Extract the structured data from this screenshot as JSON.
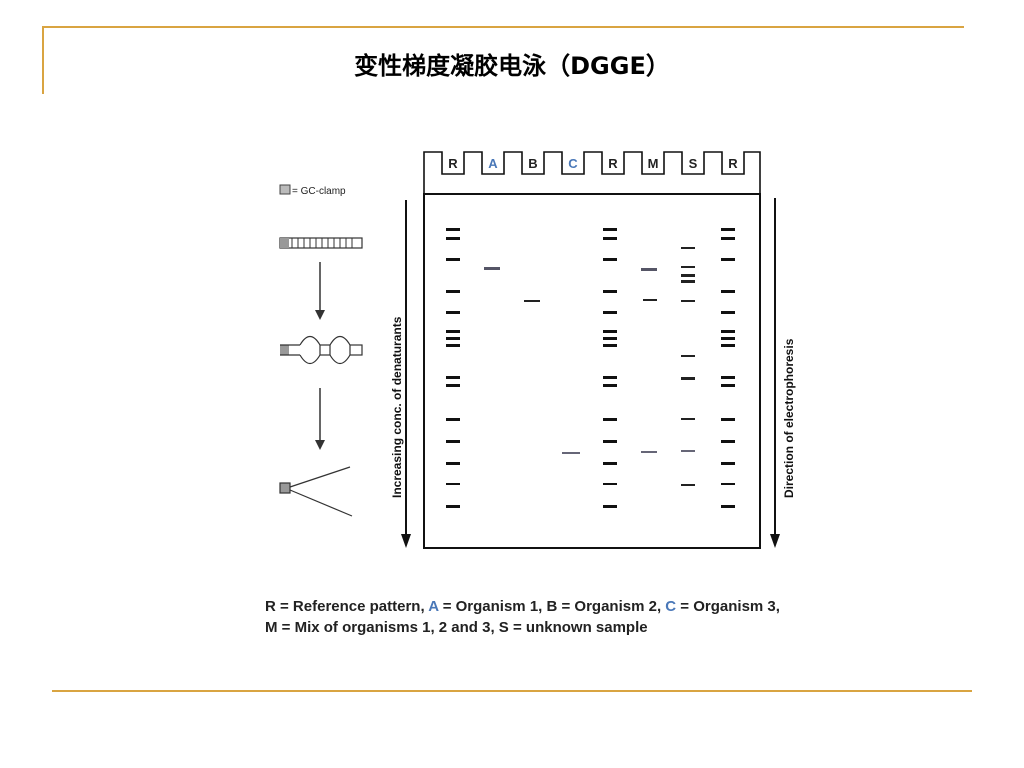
{
  "slide": {
    "title": "变性梯度凝胶电泳（DGGE）"
  },
  "legend": {
    "gc_clamp": "= GC-clamp"
  },
  "gel": {
    "lanes": [
      "R",
      "A",
      "B",
      "C",
      "R",
      "M",
      "S",
      "R"
    ],
    "left_axis": "Increasing conc. of denaturants",
    "right_axis": "Direction of electrophoresis"
  },
  "caption": {
    "line1_p1": "R = Reference pattern, ",
    "line1_a": "A",
    "line1_p2": " = Organism 1, B = Organism 2, ",
    "line1_c": "C",
    "line1_p3": " = Organism 3,",
    "line2": "M = Mix of organisms 1, 2 and 3, S = unknown sample"
  },
  "colors": {
    "accent_rule": "#d9a441",
    "highlight_letter": "#4a78b8"
  }
}
